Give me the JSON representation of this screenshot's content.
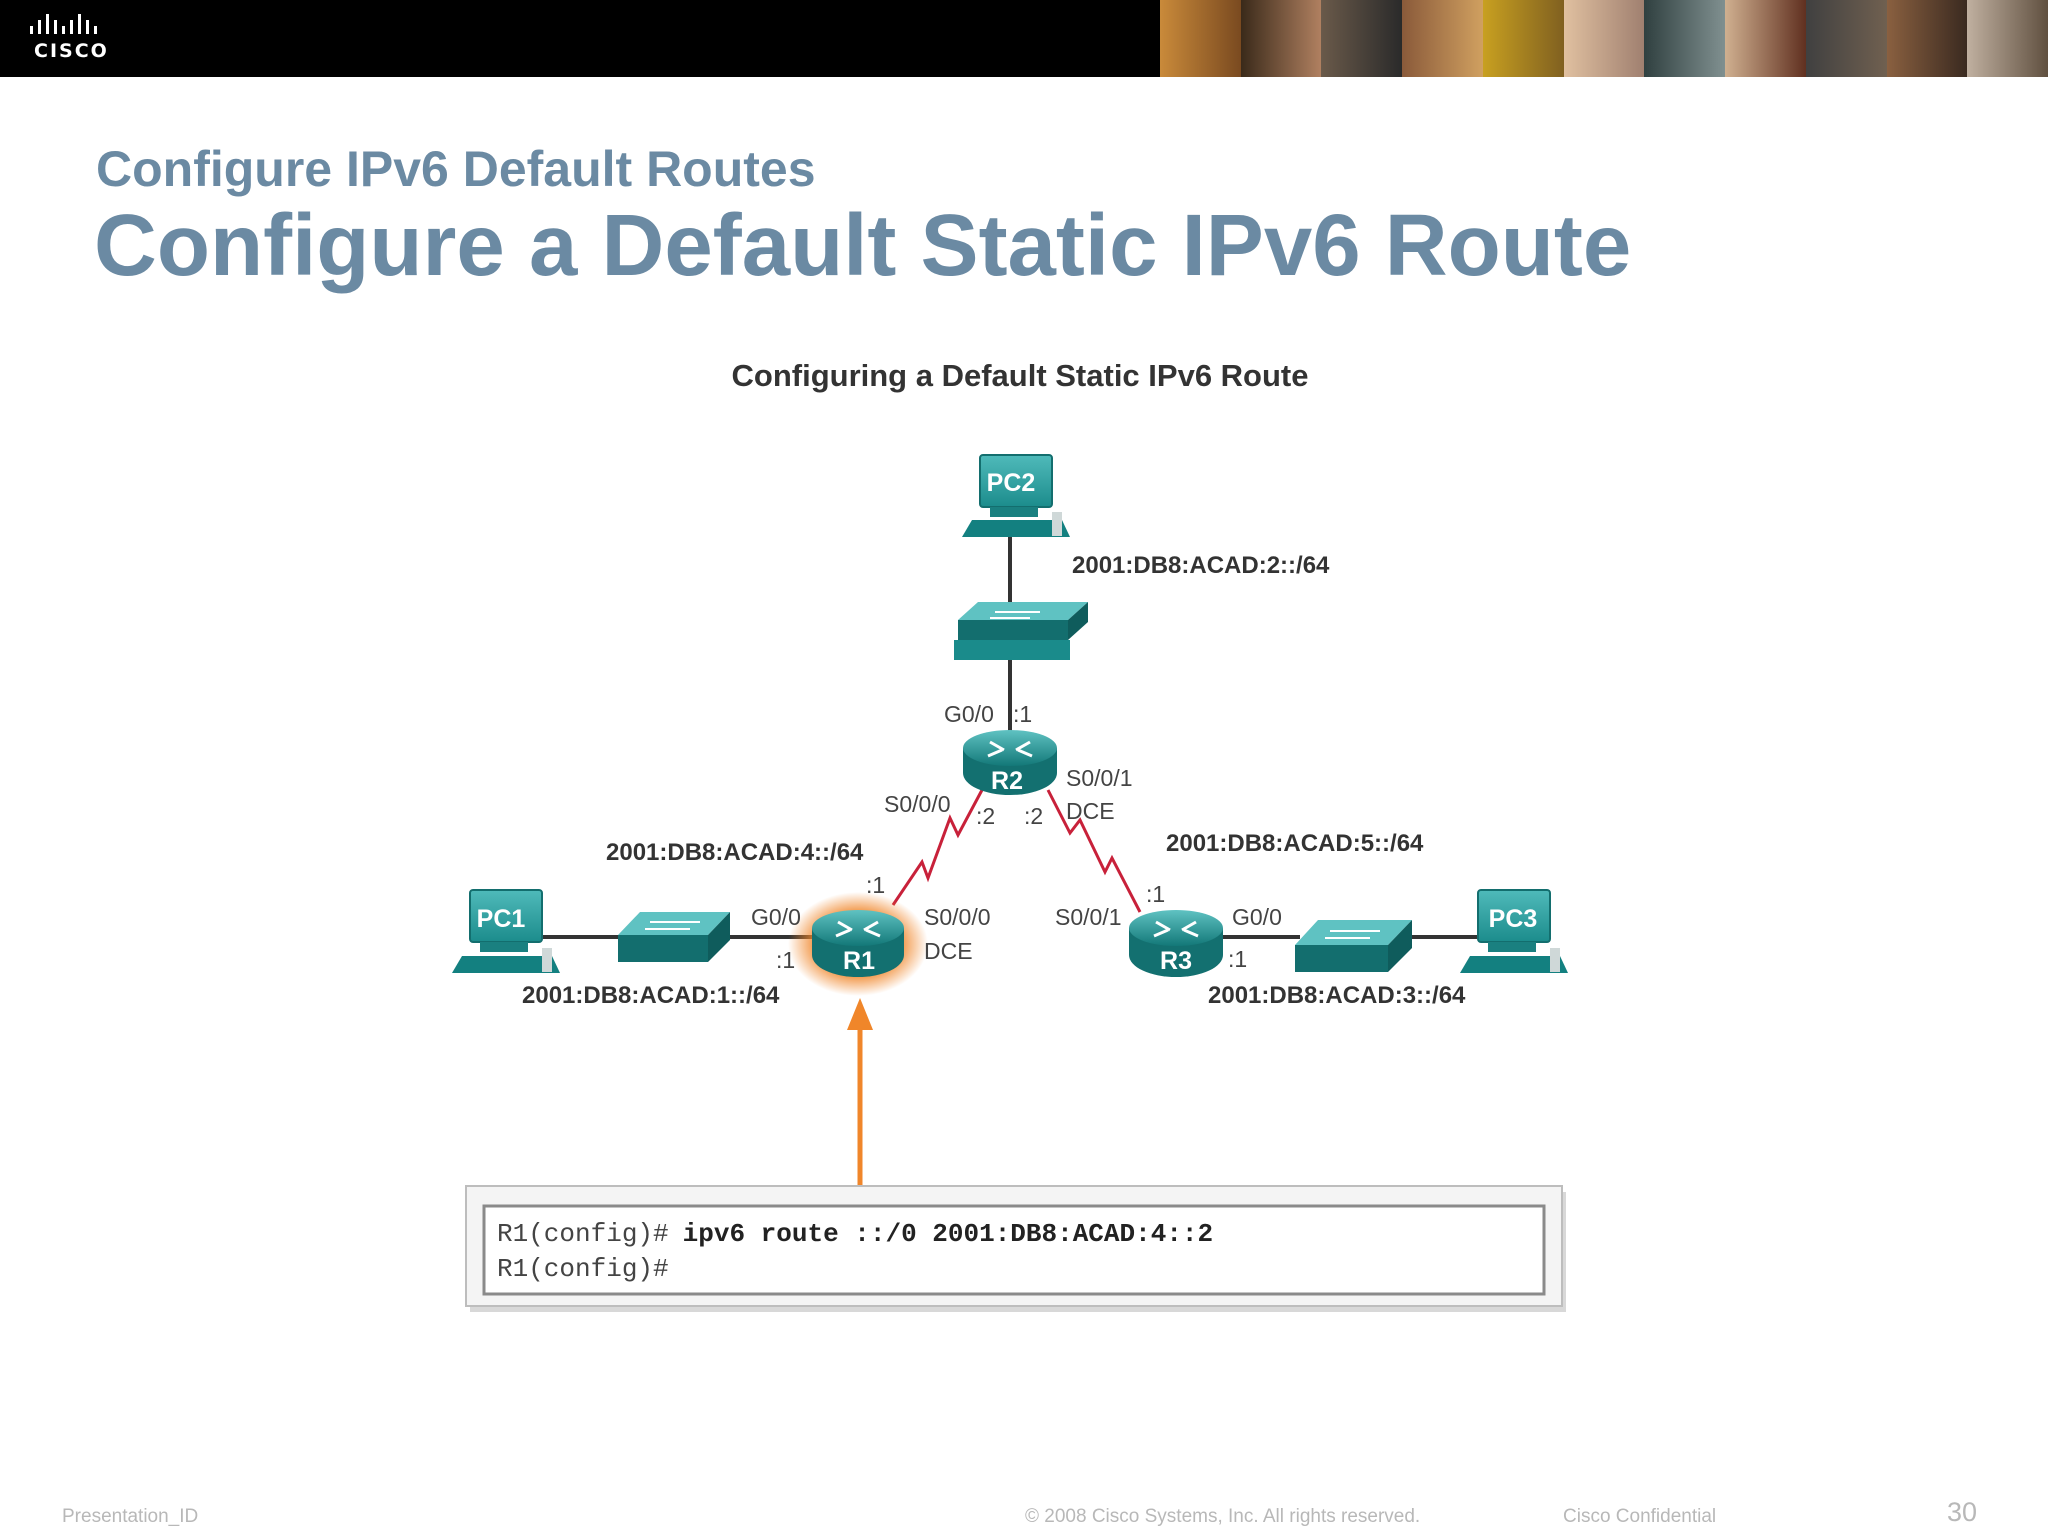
{
  "banner": {
    "logo_text": "CISCO"
  },
  "slide": {
    "subtitle": "Configure IPv6 Default Routes",
    "title": "Configure a Default Static IPv6 Route"
  },
  "diagram": {
    "title": "Configuring a Default Static IPv6 Route",
    "devices": {
      "pc1": "PC1",
      "pc2": "PC2",
      "pc3": "PC3",
      "r1": "R1",
      "r2": "R2",
      "r3": "R3"
    },
    "networks": {
      "net1": "2001:DB8:ACAD:1::/64",
      "net2": "2001:DB8:ACAD:2::/64",
      "net3": "2001:DB8:ACAD:3::/64",
      "net4": "2001:DB8:ACAD:4::/64",
      "net5": "2001:DB8:ACAD:5::/64"
    },
    "interfaces": {
      "r2_g0": "G0/0",
      "r2_g0_host": ":1",
      "r2_s000": "S0/0/0",
      "r2_s000_host": ":2",
      "r2_s001": "S0/0/1",
      "r2_s001_dce": "DCE",
      "r2_s001_host": ":2",
      "r1_g0": "G0/0",
      "r1_g0_host": ":1",
      "r1_s000": "S0/0/0",
      "r1_s000_dce": "DCE",
      "r1_s000_host": ":1",
      "r3_s001": "S0/0/1",
      "r3_s001_host": ":1",
      "r3_g0": "G0/0",
      "r3_g0_host": ":1"
    },
    "cli": {
      "line1_prompt": "R1(config)#",
      "line1_command": "ipv6 route ::/0 2001:DB8:ACAD:4::2",
      "line2_prompt": "R1(config)#"
    }
  },
  "footer": {
    "presentation_id": "Presentation_ID",
    "copyright": "© 2008 Cisco Systems, Inc. All rights reserved.",
    "confidential": "Cisco Confidential",
    "page_number": "30"
  },
  "colors": {
    "title": "#6b8aa3",
    "device_teal": "#1a8b8b",
    "serial_link": "#c8213a",
    "highlight_orange": "#f0862a"
  }
}
